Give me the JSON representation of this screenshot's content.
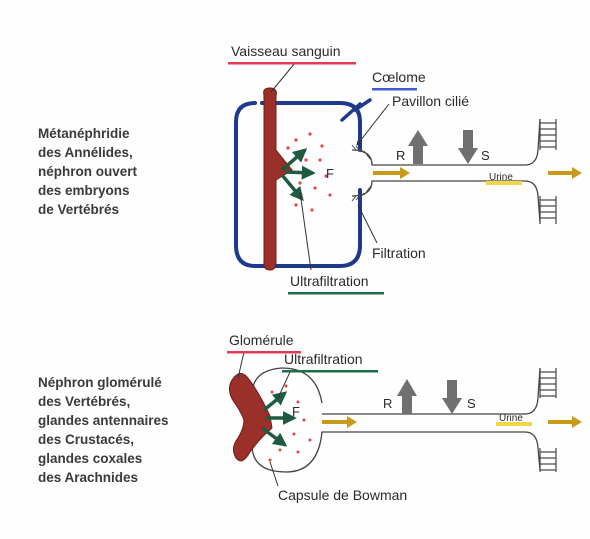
{
  "top": {
    "caption": [
      "Métanéphridie",
      "des Annélides,",
      "néphron ouvert",
      "des embryons",
      "de Vertébrés"
    ],
    "labels": {
      "vessel": "Vaisseau sanguin",
      "coelom": "Cœlome",
      "funnel": "Pavillon cilié",
      "r": "R",
      "s": "S",
      "f": "F",
      "urine": "Urine",
      "filtration": "Filtration",
      "ultrafiltration": "Ultrafiltration"
    }
  },
  "bottom": {
    "caption": [
      "Néphron glomérulé",
      "des Vertébrés,",
      "glandes antennaires",
      "des Crustacés,",
      "glandes coxales",
      "des Arachnides"
    ],
    "labels": {
      "glomerulus": "Glomérule",
      "ultrafiltration": "Ultrafiltration",
      "r": "R",
      "s": "S",
      "f": "F",
      "urine": "Urine",
      "capsule": "Capsule de Bowman"
    }
  },
  "colors": {
    "vessel": "#9b2f2a",
    "coelom_outline": "#1f3a8c",
    "underline_red": "#e23a55",
    "underline_blue": "#3f5bd6",
    "underline_green": "#1d6b47",
    "arrow_green": "#1f5b40",
    "urine_arrow": "#c79a1a",
    "highlight_yellow": "#f2d64a",
    "grey_arrow": "#707070",
    "dots": "#e0454d"
  },
  "icons": [
    "ladder-icon",
    "up-arrow-icon",
    "down-arrow-icon",
    "urine-flow-arrow-icon"
  ]
}
